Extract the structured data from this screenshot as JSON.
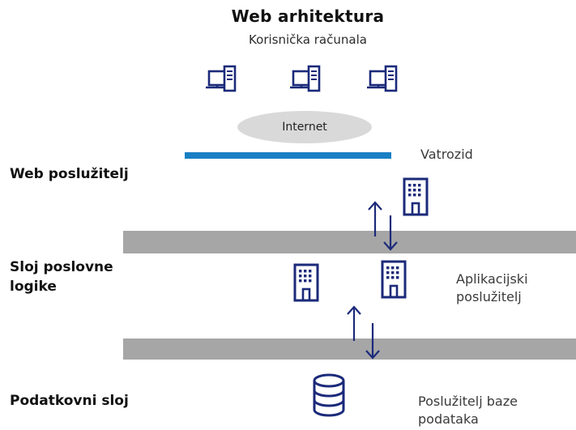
{
  "title": "Web arhitektura",
  "client_caption": "Korisnička računala",
  "internet_label": "Internet",
  "firewall_label": "Vatrozid",
  "layers": {
    "web_server": "Web poslužitelj",
    "business_logic_line1": "Sloj poslovne",
    "business_logic_line2": "logike",
    "data": "Podatkovni sloj"
  },
  "app_server_label_line1": "Aplikacijski",
  "app_server_label_line2": "poslužitelj",
  "db_server_label_line1": "Poslužitelj baze",
  "db_server_label_line2": "podataka",
  "colors": {
    "icon_navy": "#1b2a7a",
    "firewall_blue": "#1a7fc4",
    "band_gray": "#a6a6a6",
    "internet_ellipse": "#d9d9d9"
  },
  "icons": {
    "clients": [
      "computer-icon",
      "computer-icon",
      "computer-icon"
    ],
    "web_server": "building-icon",
    "app_servers": [
      "building-icon",
      "building-icon"
    ],
    "database": "database-icon"
  }
}
